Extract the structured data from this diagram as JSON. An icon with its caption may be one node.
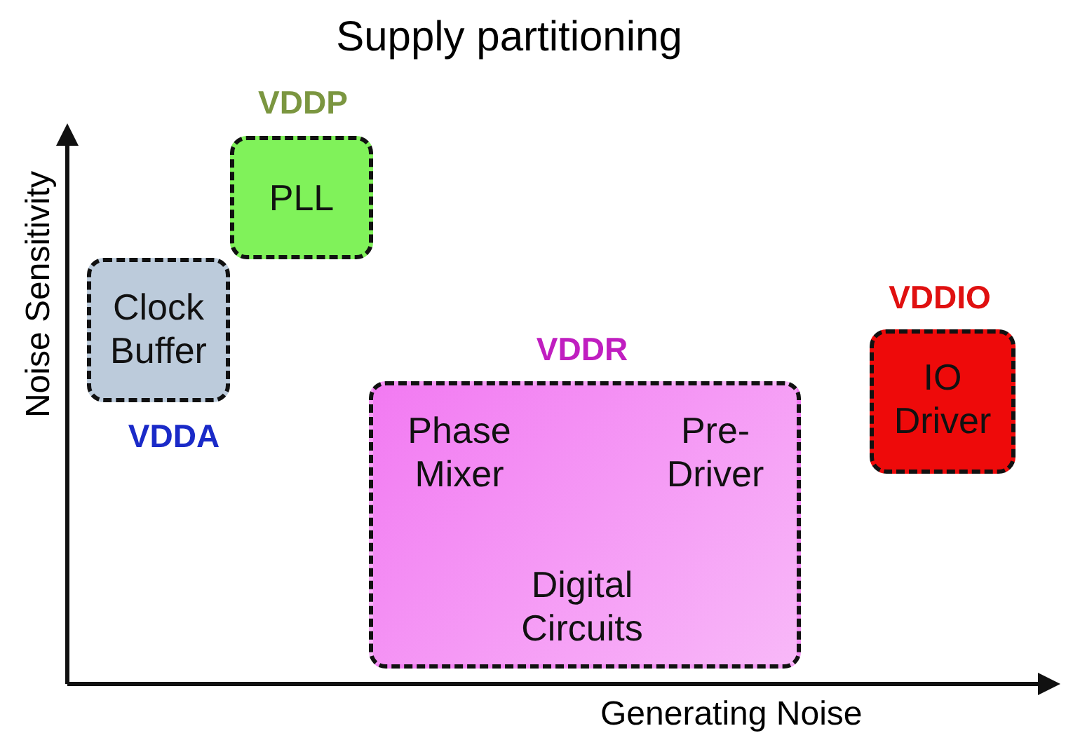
{
  "diagram": {
    "title": "Supply partitioning",
    "nodes": [
      {
        "text": [
          "VDDP",
          "PLL"
        ]
      },
      {
        "text": [
          "Clock Buffer",
          "VDDA"
        ]
      },
      {
        "text": [
          "VDDR",
          "Phase Mixer",
          "Pre- Driver",
          "Digital Circuits"
        ]
      },
      {
        "text": [
          "VDDIO",
          "IO Driver"
        ]
      }
    ],
    "labels": [
      "Noise Sensitivity",
      "Generating Noise"
    ]
  }
}
